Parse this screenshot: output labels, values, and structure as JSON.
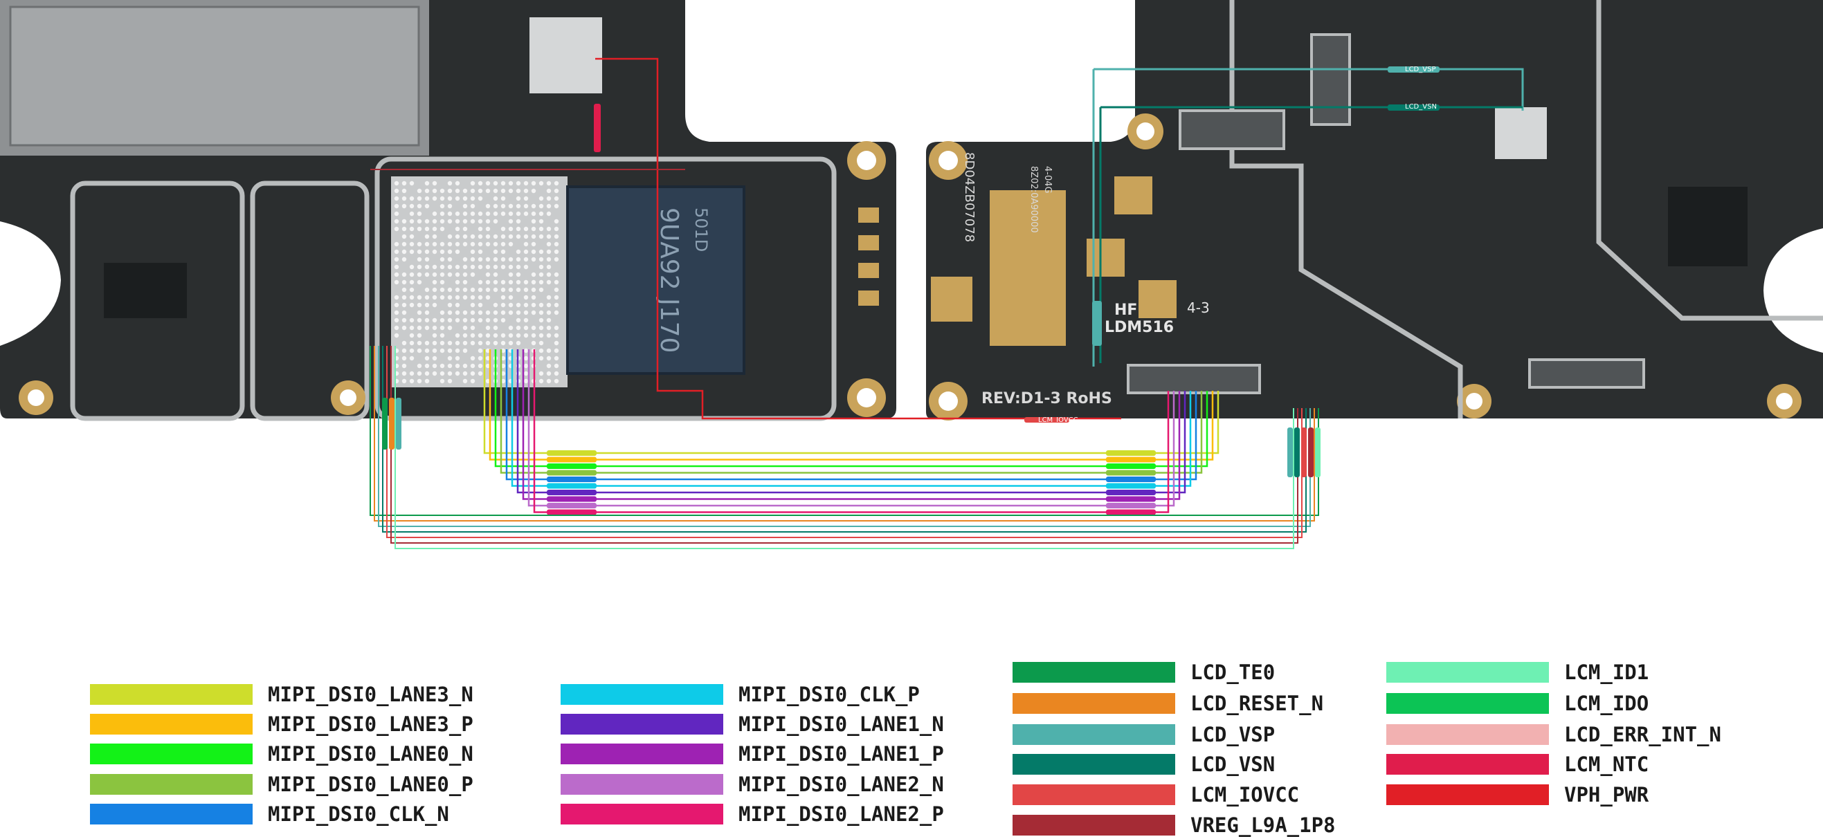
{
  "board": {
    "chip_labels": {
      "power_ic": "501D",
      "cpu": "9UA92 J170",
      "board_code": "8D04ZB07078",
      "rev": "REV:D1-3 RoHS",
      "ldm": "LDM516",
      "hf": "HF",
      "code_4_3": "4-3",
      "code_4_04G": "4-04G",
      "code_small": "8Z02:0A90000"
    },
    "pad_labels": {
      "lcd_vsp": "LCD_VSP",
      "lcd_vsn": "LCD_VSN",
      "lcm_iovcc": "LCM_IOVCC"
    },
    "colors": {
      "pcb": "#2b2e2f",
      "pcb_dark": "#1f2223",
      "copper": "#c9a35a",
      "silk": "#d9d9d9"
    }
  },
  "legend": {
    "columns": [
      {
        "items": [
          {
            "label": "MIPI_DSI0_LANE3_N",
            "color": "#cedd2c"
          },
          {
            "label": "MIPI_DSI0_LANE3_P",
            "color": "#fbbd0c"
          },
          {
            "label": "MIPI_DSI0_LANE0_N",
            "color": "#13f217"
          },
          {
            "label": "MIPI_DSI0_LANE0_P",
            "color": "#8bc43f"
          },
          {
            "label": "MIPI_DSI0_CLK_N",
            "color": "#1681e3"
          }
        ]
      },
      {
        "items": [
          {
            "label": "MIPI_DSI0_CLK_P",
            "color": "#0ecbe8"
          },
          {
            "label": "MIPI_DSI0_LANE1_N",
            "color": "#6126c0"
          },
          {
            "label": "MIPI_DSI0_LANE1_P",
            "color": "#9e22b3"
          },
          {
            "label": "MIPI_DSI0_LANE2_N",
            "color": "#bb6bcb"
          },
          {
            "label": "MIPI_DSI0_LANE2_P",
            "color": "#e5186f"
          }
        ]
      },
      {
        "items": [
          {
            "label": "LCD_TE0",
            "color": "#0c9a4c"
          },
          {
            "label": "LCD_RESET_N",
            "color": "#ea8621"
          },
          {
            "label": "LCD_VSP",
            "color": "#4fb1ac"
          },
          {
            "label": "LCD_VSN",
            "color": "#047a68"
          },
          {
            "label": "LCM_IOVCC",
            "color": "#e24646"
          },
          {
            "label": "VREG_L9A_1P8",
            "color": "#a52b35"
          }
        ]
      },
      {
        "items": [
          {
            "label": "LCM_ID1",
            "color": "#6ef0b3"
          },
          {
            "label": "LCM_IDO",
            "color": "#0cc455"
          },
          {
            "label": "LCD_ERR_INT_N",
            "color": "#f2b1b1"
          },
          {
            "label": "LCM_NTC",
            "color": "#e01d4c"
          },
          {
            "label": "VPH_PWR",
            "color": "#e11f26"
          }
        ]
      }
    ]
  }
}
